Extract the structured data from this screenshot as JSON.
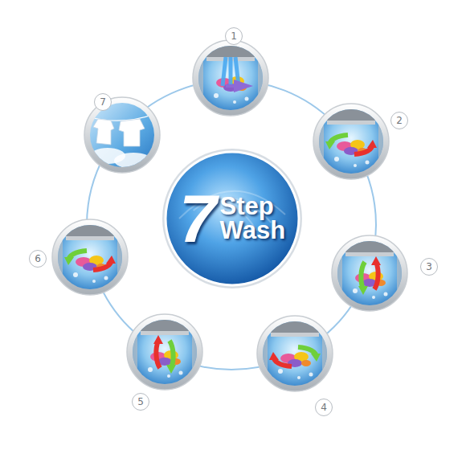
{
  "diagram": {
    "nodes": [
      {
        "text": [
          "7",
          "Step Wash"
        ]
      }
    ],
    "labels": [
      "1",
      "2",
      "3",
      "4",
      "5",
      "6",
      "7"
    ]
  }
}
